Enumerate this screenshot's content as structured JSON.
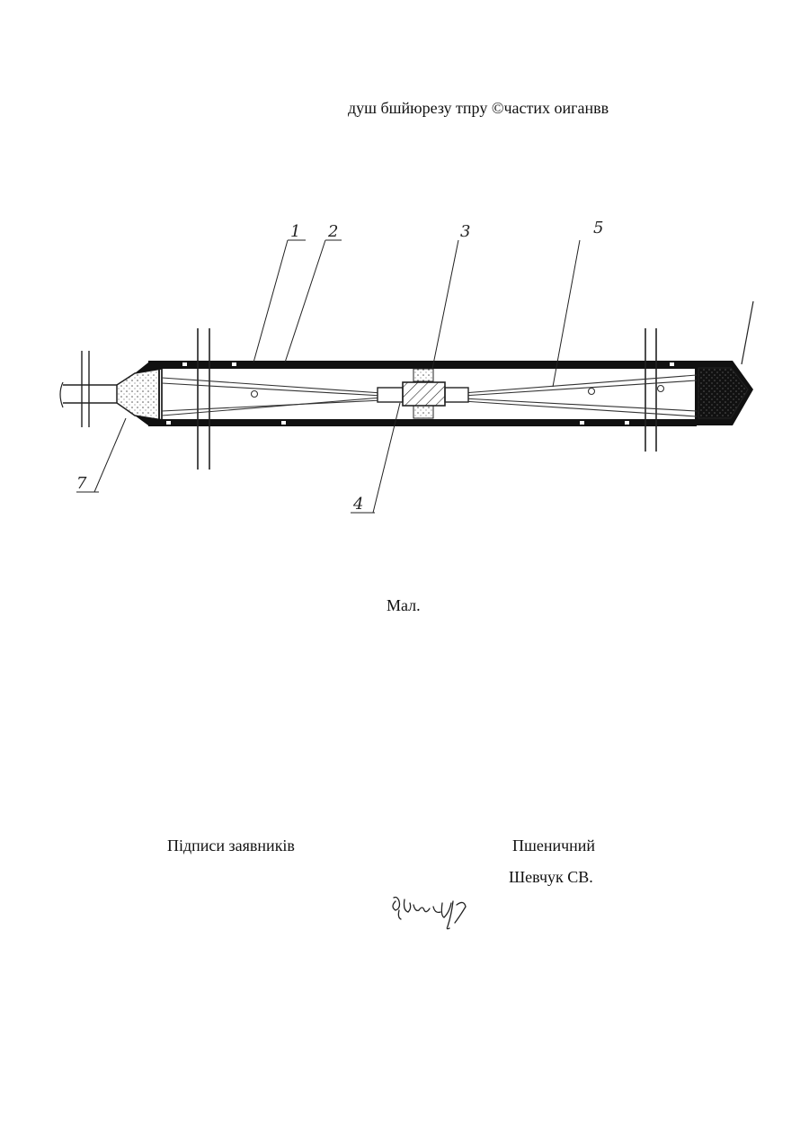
{
  "header": {
    "text": "душ бшйюрезу тпру ©частих оиганвв"
  },
  "figure": {
    "callouts": [
      "1",
      "2",
      "3",
      "5",
      "7",
      "4"
    ]
  },
  "caption": "Мал.",
  "signatures": {
    "label": "Підписи заявників",
    "names": [
      "Пшеничний",
      "Шевчук СВ."
    ],
    "handwritten": "signature"
  }
}
